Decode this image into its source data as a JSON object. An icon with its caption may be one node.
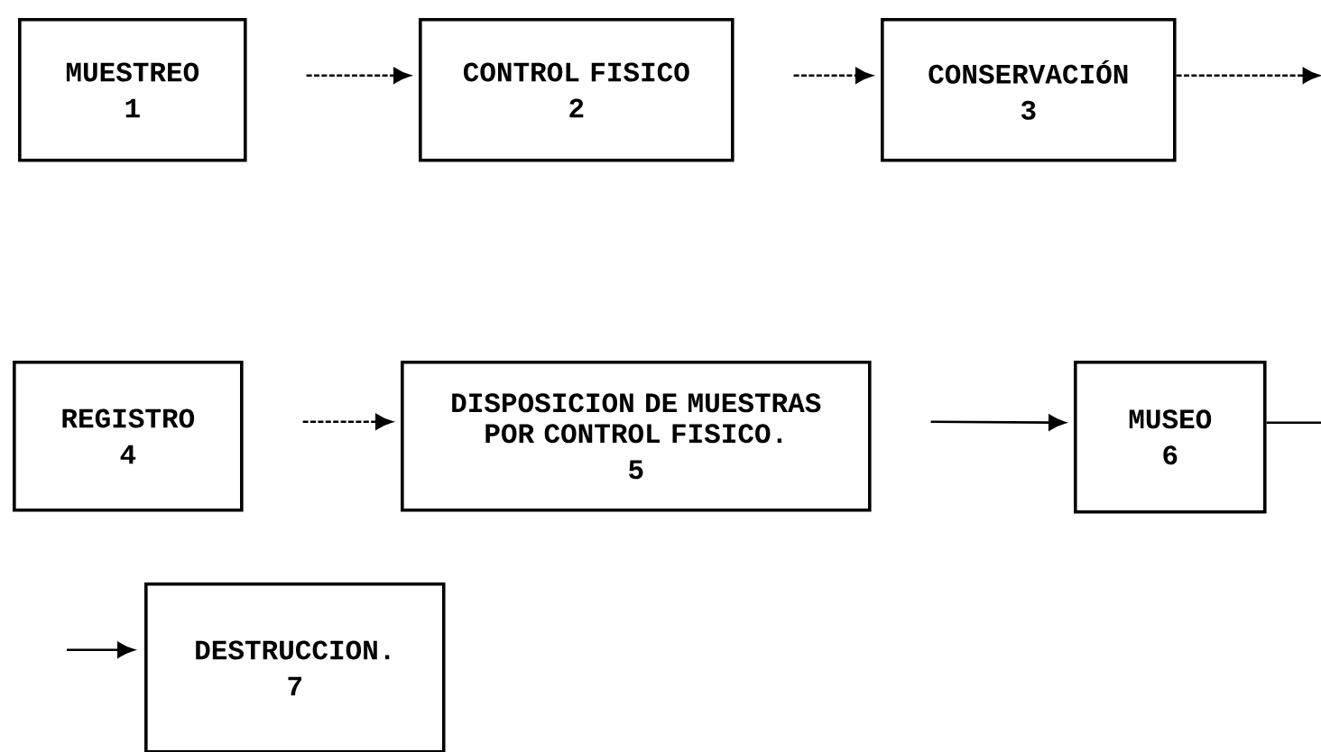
{
  "diagram": {
    "nodes": [
      {
        "text": [
          "MUESTREO",
          "1"
        ]
      },
      {
        "text": [
          "CONTROL FISICO",
          "2"
        ]
      },
      {
        "text": [
          "CONSERVACIÓN",
          "3"
        ]
      },
      {
        "text": [
          "REGISTRO",
          "4"
        ]
      },
      {
        "text": [
          "DISPOSICION DE MUESTRAS POR CONTROL FISICO.",
          "5"
        ]
      },
      {
        "text": [
          "MUSEO",
          "6"
        ]
      },
      {
        "text": [
          "DESTRUCCION.",
          "7"
        ]
      }
    ],
    "edges": [
      {
        "from": 0,
        "to": 1,
        "arrow": "to",
        "style": "dashed"
      },
      {
        "from": 1,
        "to": 2,
        "arrow": "to",
        "style": "dashed"
      },
      {
        "from": 2,
        "to": null,
        "arrow": "to",
        "style": "dashed"
      },
      {
        "from": 3,
        "to": 4,
        "arrow": "to",
        "style": "dashed"
      },
      {
        "from": 4,
        "to": 5,
        "arrow": "to"
      },
      {
        "from": 5,
        "to": null,
        "arrow": "none"
      },
      {
        "from": null,
        "to": 6,
        "arrow": "to"
      }
    ]
  }
}
